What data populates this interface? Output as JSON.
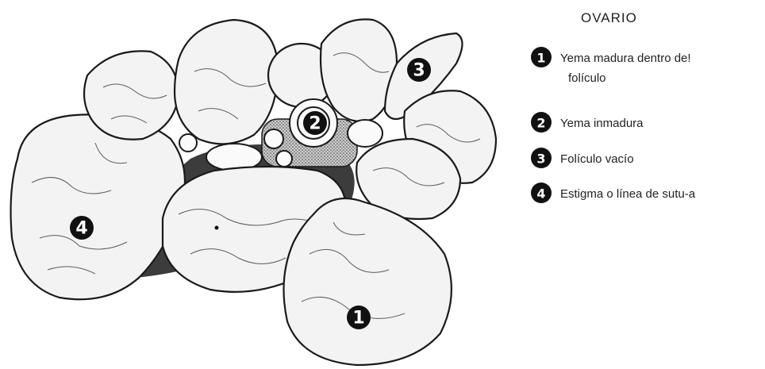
{
  "legend": {
    "title": "OVARIO",
    "items": [
      {
        "number": "1",
        "lines": [
          "Yema madura dentro de!",
          "folículo"
        ]
      },
      {
        "number": "2",
        "lines": [
          "Yema inmadura"
        ]
      },
      {
        "number": "3",
        "lines": [
          "Folículo vacío"
        ]
      },
      {
        "number": "4",
        "lines": [
          "Estigma o línea de sutu-a"
        ]
      }
    ]
  },
  "markers": [
    "1",
    "2",
    "3",
    "4"
  ]
}
